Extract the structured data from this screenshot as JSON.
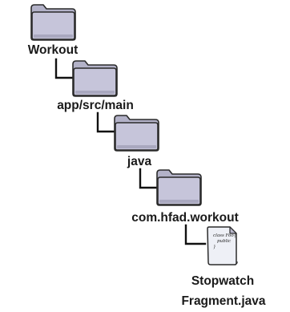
{
  "tree": {
    "folders": [
      {
        "name": "Workout",
        "icon": "folder-icon"
      },
      {
        "name": "app/src/main",
        "icon": "folder-icon"
      },
      {
        "name": "java",
        "icon": "folder-icon"
      },
      {
        "name": "com.hfad.workout",
        "icon": "folder-icon"
      }
    ],
    "file": {
      "name_line1": "Stopwatch",
      "name_line2": "Fragment.java",
      "icon": "java-file-icon",
      "code_lines": [
        "class Foo{",
        "public",
        "}"
      ]
    }
  },
  "colors": {
    "folder": "#c6c5da",
    "folder_back": "#b3b2c8",
    "outline": "#2b2b2b",
    "connector": "#111111",
    "label": "#1a1a1a"
  }
}
